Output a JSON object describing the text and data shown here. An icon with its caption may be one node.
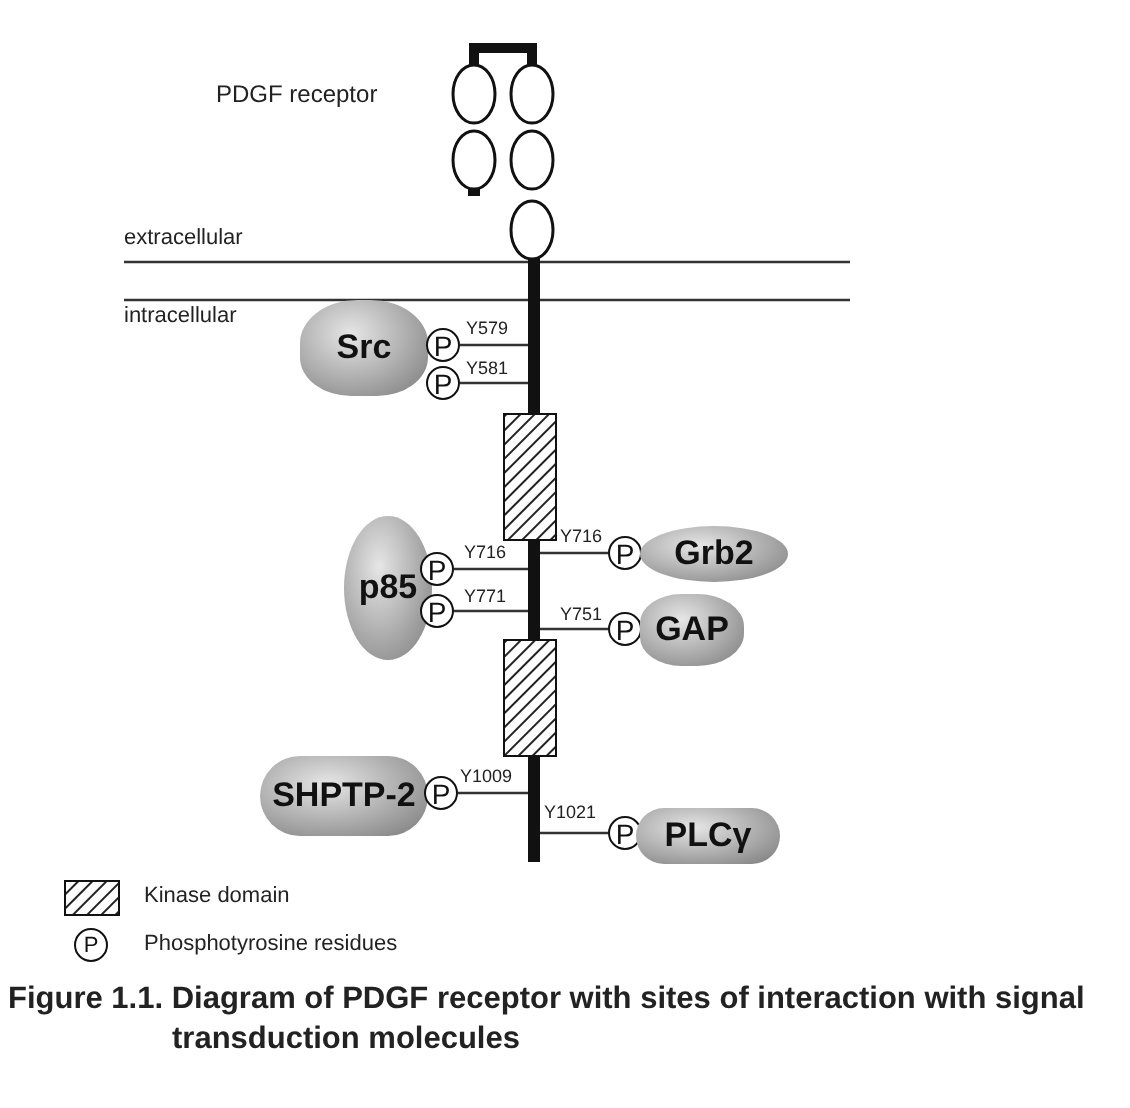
{
  "diagram": {
    "caption": "Figure 1.1. Diagram of PDGF receptor with sites of interaction with signal transduction molecules",
    "nodes": [
      {
        "text": [],
        "shape": "bar",
        "beside": [
          "PDGF receptor"
        ]
      },
      {
        "text": [
          "Src"
        ]
      },
      {
        "text": [
          "P"
        ]
      },
      {
        "text": [
          "P"
        ]
      },
      {
        "text": [
          "P"
        ]
      },
      {
        "text": [
          "Grb2"
        ]
      },
      {
        "text": [
          "p85"
        ]
      },
      {
        "text": [
          "P"
        ]
      },
      {
        "text": [
          "P"
        ]
      },
      {
        "text": [
          "P"
        ]
      },
      {
        "text": [
          "GAP"
        ]
      },
      {
        "text": [
          "SHPTP-2"
        ]
      },
      {
        "text": [
          "P"
        ]
      },
      {
        "text": [
          "P"
        ]
      },
      {
        "text": [
          "PLCγ"
        ]
      }
    ],
    "edges": [
      {
        "from": 2,
        "to": 0,
        "arrow": "none",
        "label": "Y579"
      },
      {
        "from": 3,
        "to": 0,
        "arrow": "none",
        "label": "Y581"
      },
      {
        "from": 4,
        "to": 0,
        "arrow": "none",
        "label": "Y716"
      },
      {
        "from": 7,
        "to": 0,
        "arrow": "none",
        "label": "Y716"
      },
      {
        "from": 8,
        "to": 0,
        "arrow": "none",
        "label": "Y771"
      },
      {
        "from": 9,
        "to": 0,
        "arrow": "none",
        "label": "Y751"
      },
      {
        "from": 12,
        "to": 0,
        "arrow": "none",
        "label": "Y1009"
      },
      {
        "from": 13,
        "to": 0,
        "arrow": "none",
        "label": "Y1021"
      }
    ],
    "labels": [
      "extracellular",
      "intracellular",
      "P"
    ],
    "legend": [
      {
        "text": "Kinase domain"
      },
      {
        "text": "Phosphotyrosine residues"
      }
    ]
  }
}
